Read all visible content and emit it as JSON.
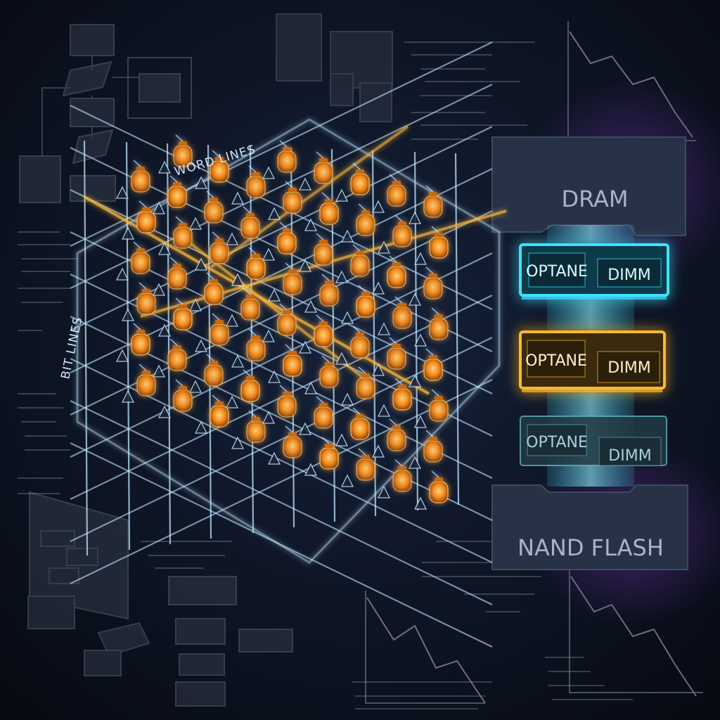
{
  "labels": {
    "word_lines": "WORD LINES",
    "bit_lines": "BIT LINES"
  },
  "hierarchy": {
    "top": "DRAM",
    "bottom": "NAND FLASH",
    "modules": [
      {
        "left": "OPTANE",
        "right": "DIMM",
        "tone": "cyan"
      },
      {
        "left": "OPTANE",
        "right": "DIMM",
        "tone": "amber"
      },
      {
        "left": "OPTANE",
        "right": "DIMM",
        "tone": "faint"
      }
    ]
  },
  "colors": {
    "background": "#0b1220",
    "grid": "#bfe4ff",
    "cell": "#f5931e",
    "beam": "#ffb83a",
    "cyan": "#3fe0ff",
    "amber": "#ffb82e",
    "purple": "#5a2a8a",
    "panel": "#283246"
  },
  "icons": {
    "cell": "glowing-memory-cell-icon",
    "selector": "selector-triangle-icon"
  }
}
